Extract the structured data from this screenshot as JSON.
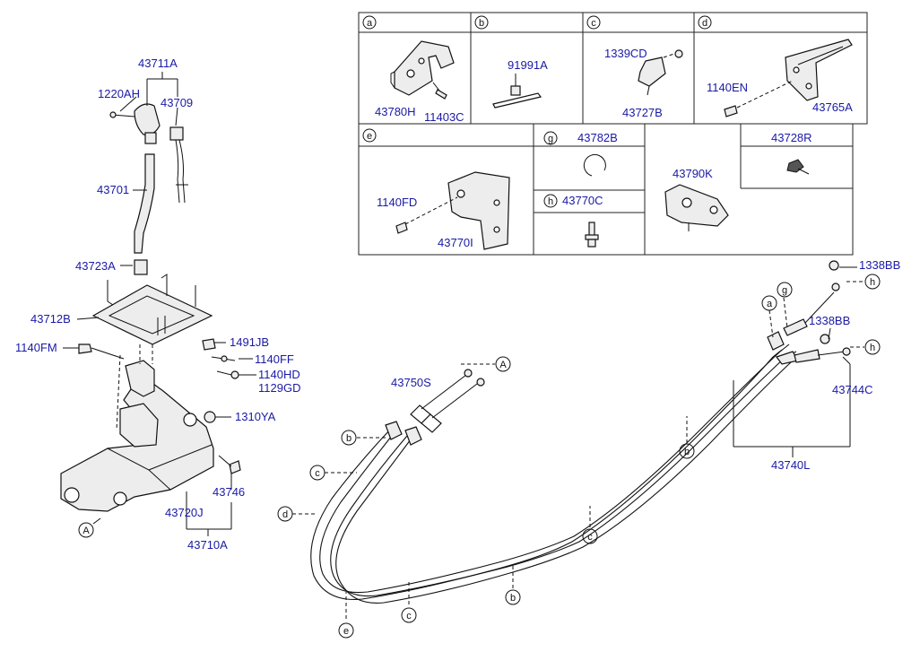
{
  "labels": {
    "p43711A": "43711A",
    "p1220AH": "1220AH",
    "p43709": "43709",
    "p43701": "43701",
    "p43723A": "43723A",
    "p43712B": "43712B",
    "p1140FM": "1140FM",
    "p1491JB": "1491JB",
    "p1140FF": "1140FF",
    "p1140HD": "1140HD",
    "p1129GD": "1129GD",
    "p1310YA": "1310YA",
    "p43746": "43746",
    "p43720J": "43720J",
    "p43710A": "43710A",
    "p43750S": "43750S",
    "p43740L": "43740L",
    "p43744C": "43744C",
    "p1338BB_a": "1338BB",
    "p1338BB_b": "1338BB",
    "p43780H": "43780H",
    "p11403C": "11403C",
    "p91991A": "91991A",
    "p1339CD": "1339CD",
    "p43727B": "43727B",
    "p1140EN": "1140EN",
    "p43765A": "43765A",
    "p43782B": "43782B",
    "p43728R": "43728R",
    "p43790K": "43790K",
    "p43770C": "43770C",
    "p1140FD": "1140FD",
    "p43770I": "43770I"
  },
  "callouts": {
    "a": "a",
    "b": "b",
    "c": "c",
    "d": "d",
    "e": "e",
    "g": "g",
    "h": "h",
    "A": "A"
  },
  "colors": {
    "part_number": "#1a1aa6",
    "line": "#111111",
    "part_fill": "#ededed"
  }
}
